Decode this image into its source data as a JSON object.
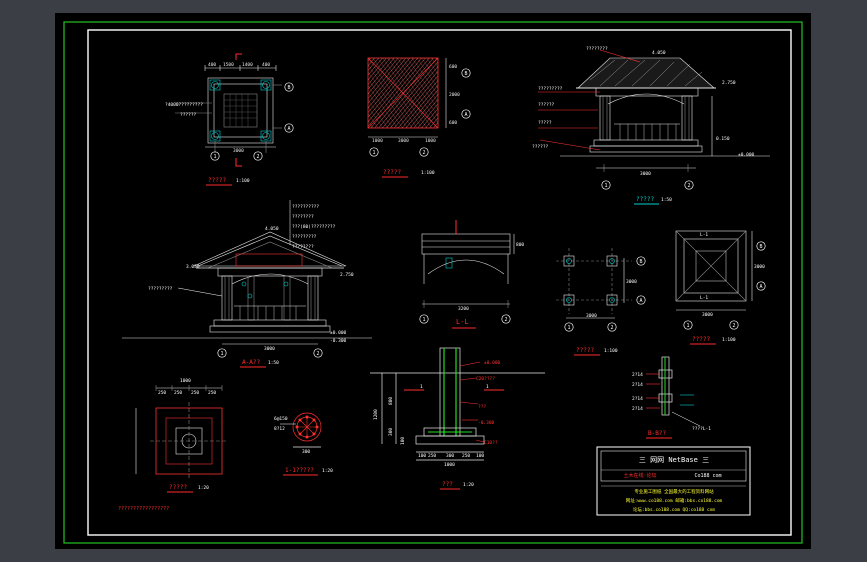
{
  "colors": {
    "ui_bg": "#3b3e44",
    "paper": "#000000",
    "frame": "#21c321",
    "line": "#e8e8e8",
    "red": "#ff2a2a",
    "green": "#22dd22",
    "yellow": "#e0e000",
    "cyan": "#00d0d0"
  },
  "plan_view": {
    "title": "?????",
    "scale": "1:100",
    "dims_top": [
      "400",
      "1500",
      "1400",
      "400"
    ],
    "dim_total": "3000",
    "grid_left": "1",
    "grid_right": "2",
    "grid_top": "B",
    "grid_bottom": "A",
    "callouts": [
      "?4000?????????",
      "??????"
    ],
    "section_mark": "1"
  },
  "roof_plan": {
    "title": "?????",
    "scale": "1:100",
    "dims_right": [
      "600",
      "2000",
      "600"
    ],
    "dims_bottom": [
      "1000",
      "3000",
      "1000"
    ],
    "grid_left": "1",
    "grid_right": "2",
    "grid_top": "B",
    "grid_bottom": "A"
  },
  "front_elevation": {
    "title": "?????",
    "scale": "1:50",
    "labels": [
      "????????",
      "?????????",
      "??????",
      "?????",
      "??????"
    ],
    "levels": [
      "4.050",
      "2.750",
      "0.150",
      "±0.000"
    ],
    "dim_bottom": "3000",
    "grid_left": "1",
    "grid_right": "2"
  },
  "section_aa": {
    "title": "A-A??",
    "scale": "1:50",
    "notes": [
      "??????????",
      "????????",
      "???(80)?????????",
      "?????????",
      "????????"
    ],
    "levels": [
      "4.050",
      "3.050",
      "2.750",
      "±0.000",
      "-0.300"
    ],
    "dim_bottom": "3000",
    "grid_left": "1",
    "grid_right": "2",
    "side_note": "?????????"
  },
  "detail_ll": {
    "title": "L-L",
    "dim_bottom": "3200",
    "dim_right": "800",
    "grid_left": "1",
    "grid_right": "2"
  },
  "column_plan": {
    "title": "?????",
    "scale": "1:100",
    "dim_bottom": "3000",
    "dim_right": "3000",
    "grid_left": "1",
    "grid_right": "2",
    "grid_top": "B",
    "grid_bottom": "A"
  },
  "beam_plan": {
    "title": "?????",
    "scale": "1:100",
    "dim_bottom": "3000",
    "dim_right": "3000",
    "grid_left": "1",
    "grid_right": "2",
    "grid_top": "B",
    "grid_bottom": "A",
    "beam_tag": "L-1"
  },
  "foundation_plan": {
    "title": "?????",
    "scale": "1:20",
    "dims_top": [
      "250",
      "250",
      "250",
      "250"
    ],
    "dim_total": "1000"
  },
  "column_section": {
    "title": "1-1?????",
    "scale": "1:20",
    "rebar": "8?12",
    "stirrup": "6@150",
    "dim": "300"
  },
  "footing_detail": {
    "title": "???",
    "scale": "1:20",
    "levels": [
      "±0.000",
      "-0.300"
    ],
    "tags": [
      "C20????",
      "???",
      "C10??"
    ],
    "dims_bottom": [
      "100",
      "250",
      "300",
      "250",
      "100"
    ],
    "dim_total": "1000",
    "dims_left": [
      "1200",
      "800",
      "300",
      "100"
    ],
    "section_mark": "1"
  },
  "detail_b": {
    "title": "B-B??",
    "labels": [
      "2?14",
      "2?14",
      "2?14",
      "2?14"
    ],
    "tag": "????L-1"
  },
  "title_block": {
    "brand_left": "三 网网 NetBase 三",
    "subtitle": "土木在线·论坛",
    "site": "Co188 com",
    "line1": "专业施工图纸 全国最大的工程资料网站",
    "line2": "网址:www.co188.com 邮箱:bbs.co188.com",
    "line3": "论坛:bbs.co188.com  QQ:co188 com"
  },
  "bottom_note": "?????????????????"
}
